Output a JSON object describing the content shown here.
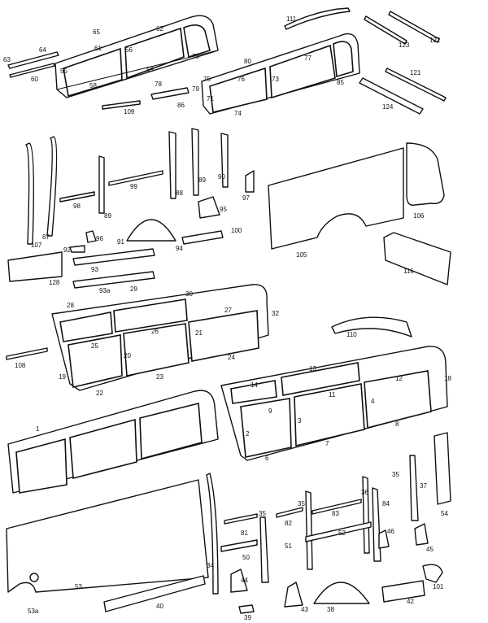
{
  "diagram": {
    "labels": [
      "1",
      "2",
      "3",
      "4",
      "6",
      "7",
      "8",
      "9",
      "11",
      "12",
      "13",
      "14",
      "18",
      "19",
      "20",
      "21",
      "22",
      "23",
      "24",
      "25",
      "26",
      "27",
      "28",
      "29",
      "30",
      "32",
      "34",
      "35",
      "35",
      "35",
      "36",
      "37",
      "38",
      "39",
      "40",
      "42",
      "43",
      "44",
      "45",
      "46",
      "50",
      "51",
      "52",
      "53",
      "53a",
      "54",
      "55",
      "56",
      "58",
      "59",
      "60",
      "61",
      "62",
      "63",
      "64",
      "65",
      "70",
      "71",
      "73",
      "74",
      "75",
      "76",
      "77",
      "78",
      "79",
      "80",
      "81",
      "82",
      "83",
      "84",
      "85",
      "86",
      "87",
      "88",
      "89",
      "89",
      "90",
      "91",
      "92",
      "93",
      "93a",
      "94",
      "95",
      "96",
      "97",
      "98",
      "99",
      "100",
      "101",
      "105",
      "106",
      "107",
      "108",
      "109",
      "110",
      "111",
      "116",
      "121",
      "122",
      "123",
      "124",
      "128"
    ]
  }
}
